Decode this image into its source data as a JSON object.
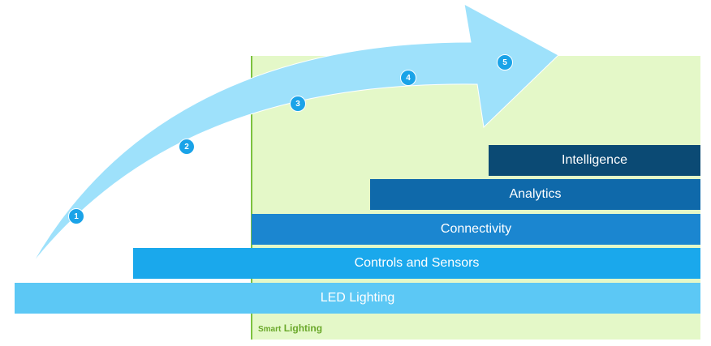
{
  "zone": {
    "label_small": "Smart",
    "label": "Lighting"
  },
  "layers": [
    {
      "label": "LED Lighting"
    },
    {
      "label": "Controls and Sensors"
    },
    {
      "label": "Connectivity"
    },
    {
      "label": "Analytics"
    },
    {
      "label": "Intelligence"
    }
  ],
  "steps": [
    "1",
    "2",
    "3",
    "4",
    "5"
  ],
  "colors": {
    "zone_fill": "#e4f8c8",
    "zone_line": "#7cc240",
    "arrow": "#9ee1fb",
    "led": "#5cc8f5",
    "controls": "#1aa8ec",
    "connectivity": "#1b86d0",
    "analytics": "#0f69aa",
    "intelligence": "#0b4a74",
    "step_marker": "#1aa3e8"
  }
}
